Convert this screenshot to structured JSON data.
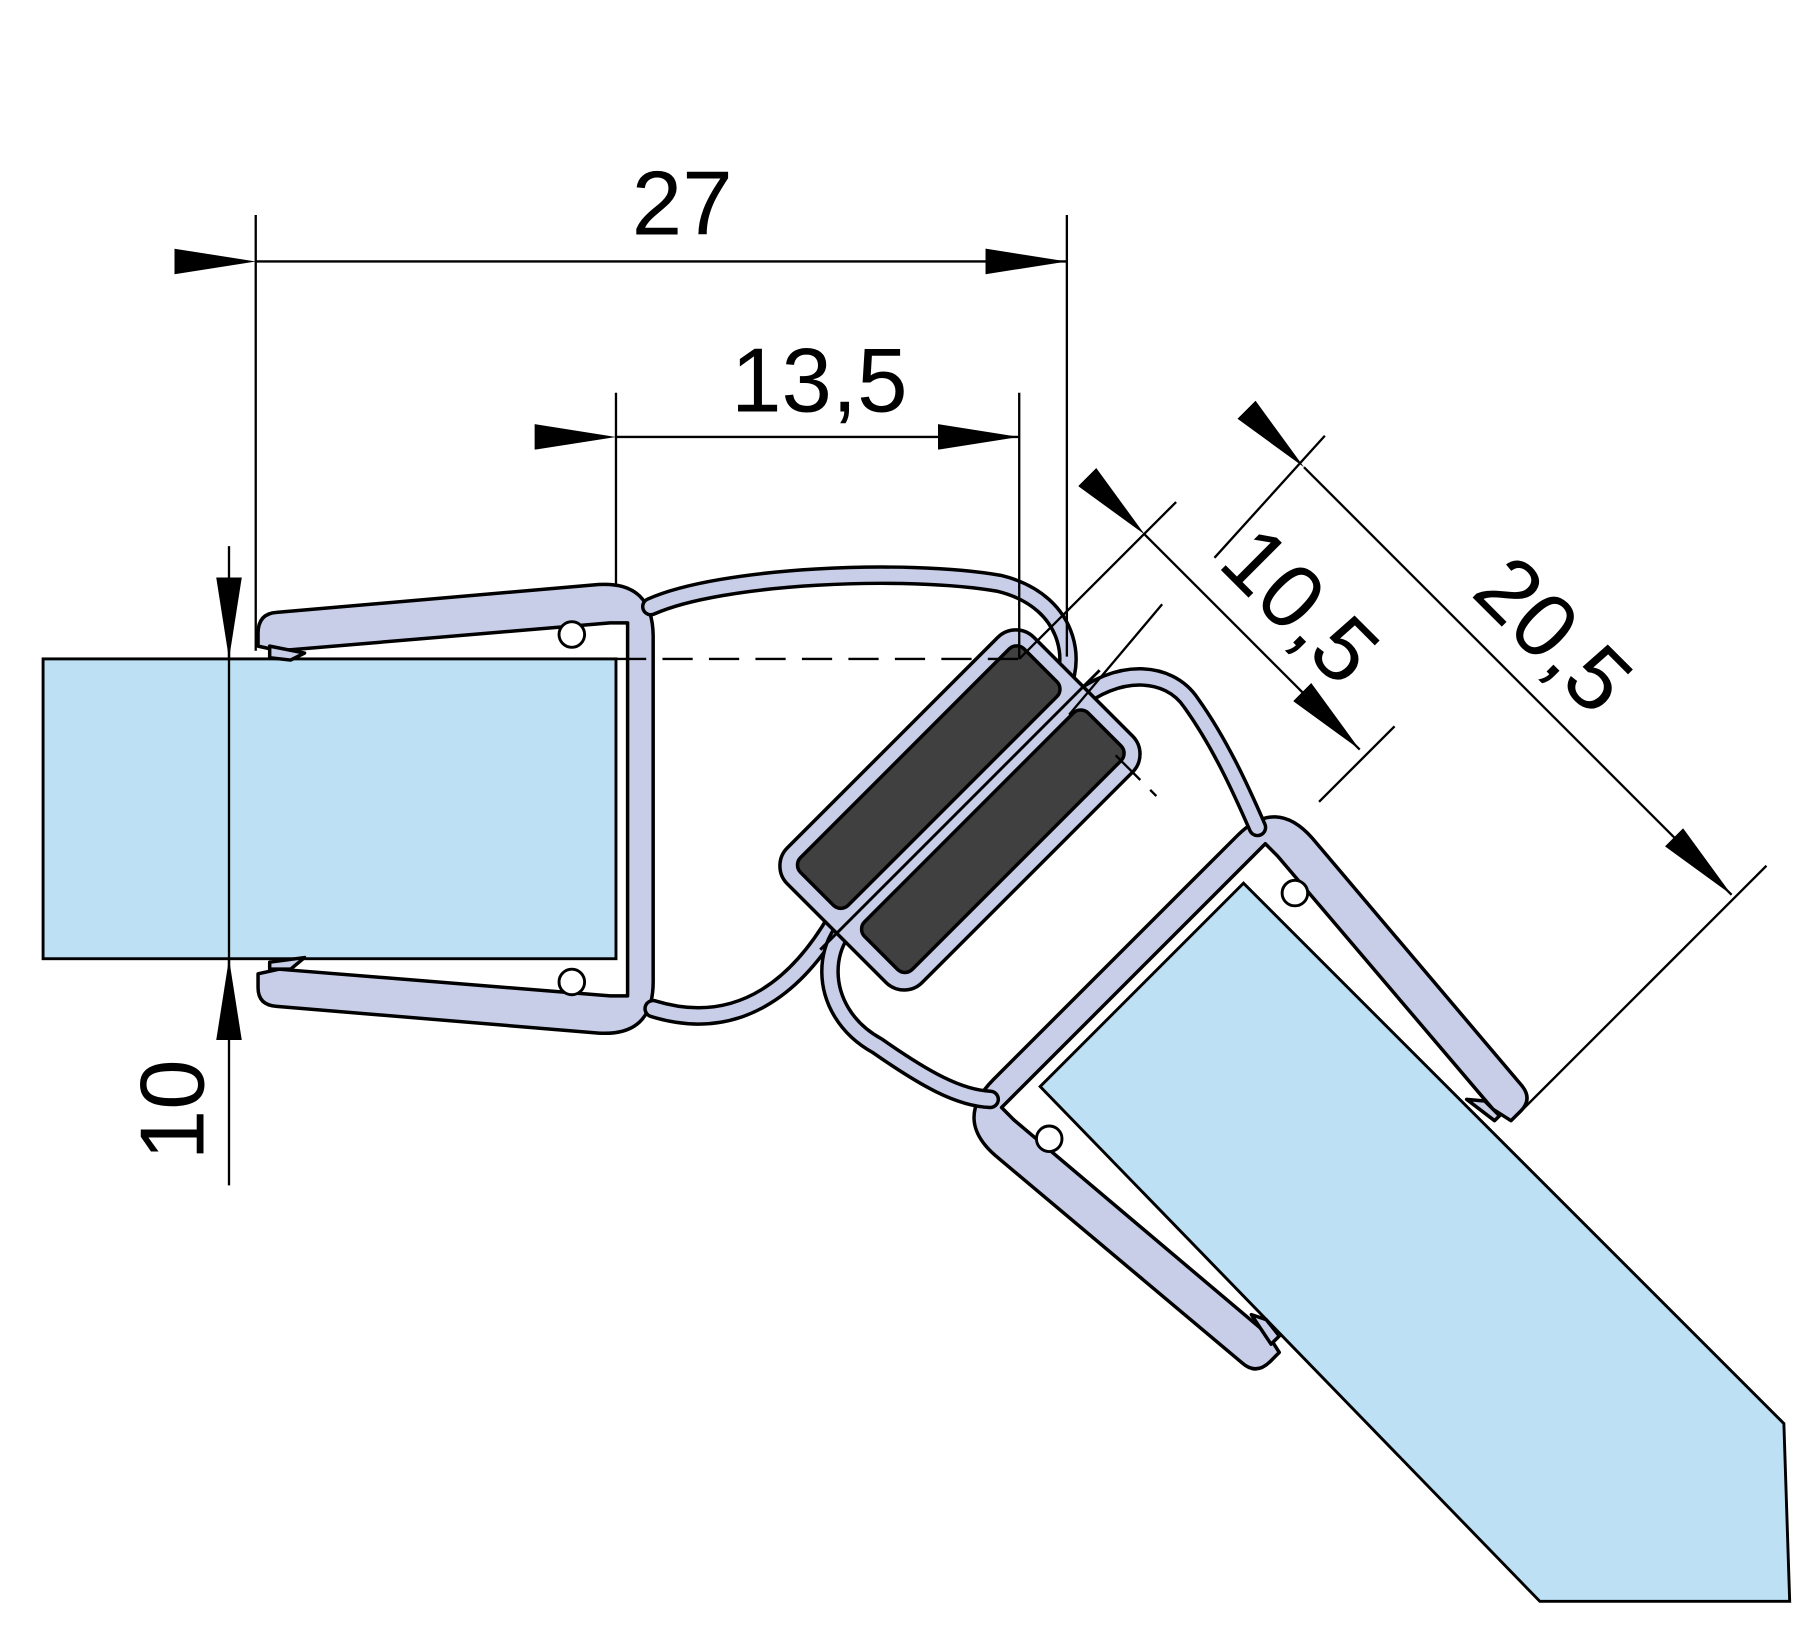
{
  "dimensions": {
    "overall_width": "27",
    "offset_to_center": "13,5",
    "glass_thickness": "10",
    "magnet_offset": "10,5",
    "angled_depth": "20,5"
  },
  "colors": {
    "glass": "#bde0f5",
    "seal": "#c8cde8",
    "magnet": "#404040",
    "line": "#000000"
  }
}
